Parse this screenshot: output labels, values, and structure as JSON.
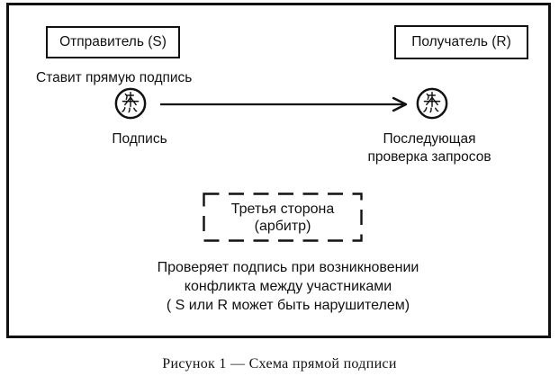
{
  "diagram": {
    "sender_box_label": "Отправитель (S)",
    "receiver_box_label": "Получатель (R)",
    "sender_action": "Ставит прямую подпись",
    "sender_seal_label": "Подпись",
    "receiver_seal_label_line1": "Последующая",
    "receiver_seal_label_line2": "проверка запросов",
    "third_party_line1": "Третья сторона",
    "third_party_line2": "(арбитр)",
    "note_line1": "Проверяет подпись при возникновении",
    "note_line2": "конфликта между участниками",
    "note_line3": "( S или R может быть нарушителем)",
    "caption": "Рисунок 1 — Схема прямой подписи"
  },
  "icons": {
    "left_icon": "seal-stamp-icon",
    "right_icon": "seal-stamp-icon",
    "arrow": "right-arrow"
  },
  "colors": {
    "ink": "#111111",
    "background": "#ffffff"
  }
}
